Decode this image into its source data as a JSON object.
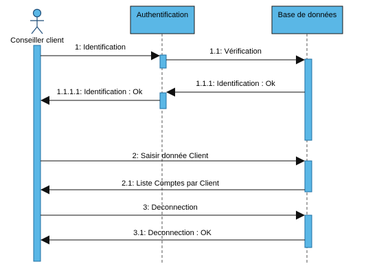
{
  "participants": {
    "client": {
      "name": "Conseiller client",
      "kind": "actor"
    },
    "auth": {
      "name": "Authentification",
      "kind": "object"
    },
    "db": {
      "name": "Base de données",
      "kind": "object"
    }
  },
  "messages": [
    {
      "label": "1: Identification",
      "from": "client",
      "to": "auth"
    },
    {
      "label": "1.1: Vérification",
      "from": "auth",
      "to": "db"
    },
    {
      "label": "1.1.1: Identification : Ok",
      "from": "db",
      "to": "auth"
    },
    {
      "label": "1.1.1.1: Identification : Ok",
      "from": "auth",
      "to": "client"
    },
    {
      "label": "2: Saisir donnée Client",
      "from": "client",
      "to": "db"
    },
    {
      "label": "2.1: Liste Comptes par Client",
      "from": "db",
      "to": "client"
    },
    {
      "label": "3: Deconnection",
      "from": "client",
      "to": "db"
    },
    {
      "label": "3.1: Deconnection : OK",
      "from": "db",
      "to": "client"
    }
  ],
  "colors": {
    "lifeline_fill": "#5ab7e6",
    "arrow": "#111111"
  }
}
